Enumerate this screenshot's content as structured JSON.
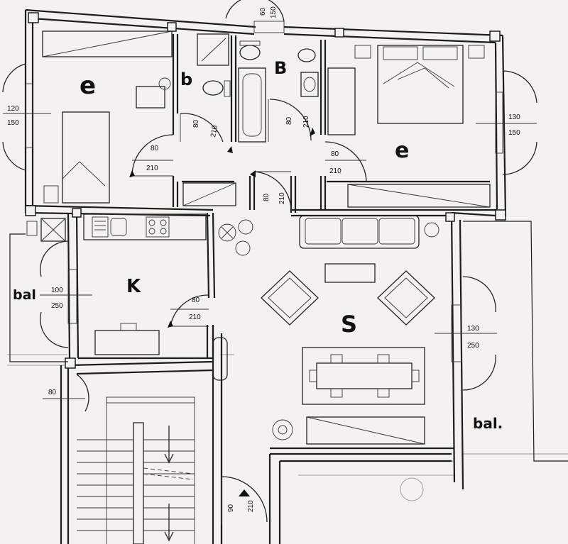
{
  "rooms": {
    "bedroom_1": "e",
    "bathroom_small": "b",
    "bathroom_main": "B",
    "bedroom_2": "e",
    "kitchen": "K",
    "living": "S",
    "balcony_left": "bal",
    "balcony_right": "bal."
  },
  "dimensions": {
    "top_window_w": "60",
    "top_window_h": "150",
    "bed1_window_w": "120",
    "bed1_window_h": "150",
    "bed1_door_w": "80",
    "bed1_door_h": "210",
    "bath_small_door_w": "80",
    "bath_small_door_h": "210",
    "bath_main_door_w": "80",
    "bath_main_door_h": "210",
    "bed2_door_w": "80",
    "bed2_door_h": "210",
    "bed2_window_w": "130",
    "bed2_window_h": "150",
    "hall_door_w": "80",
    "hall_door_h": "210",
    "balcony_door_w": "100",
    "balcony_door_h": "250",
    "kitchen_door_w": "80",
    "kitchen_door_h": "210",
    "living_window_w": "130",
    "living_window_h": "250",
    "stair_door_w": "80",
    "entry_door_w": "90",
    "entry_door_h": "210"
  }
}
